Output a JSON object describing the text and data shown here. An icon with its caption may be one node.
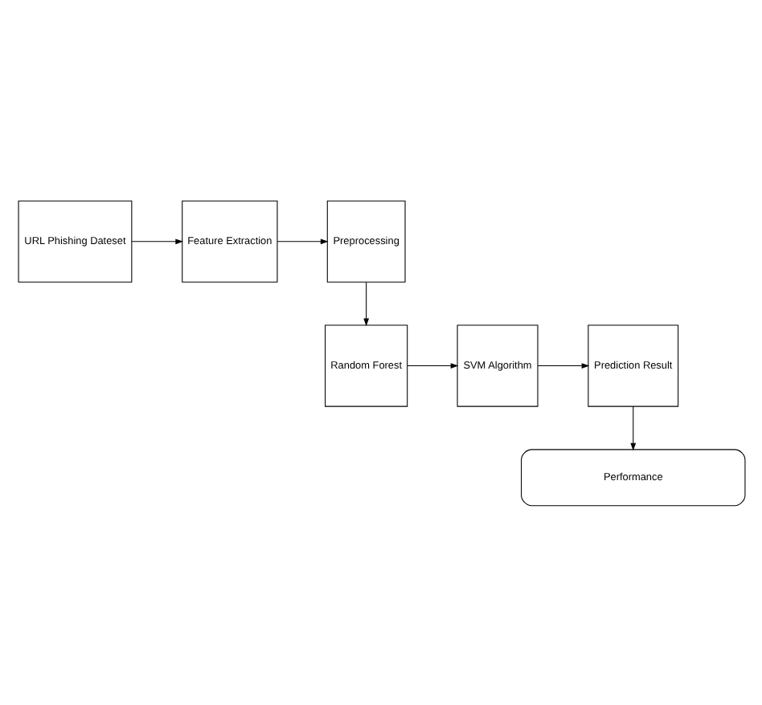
{
  "diagram": {
    "nodes": [
      {
        "text": [
          "URL Phishing Dateset"
        ]
      },
      {
        "text": [
          "Feature Extraction"
        ]
      },
      {
        "text": [
          "Preprocessing"
        ]
      },
      {
        "text": [
          "Random Forest"
        ]
      },
      {
        "text": [
          "SVM Algorithm"
        ]
      },
      {
        "text": [
          "Prediction Result"
        ]
      },
      {
        "text": [
          "Performance"
        ]
      }
    ],
    "edges": [
      {
        "from": 0,
        "to": 1,
        "arrow": "to"
      },
      {
        "from": 1,
        "to": 2,
        "arrow": "to"
      },
      {
        "from": 2,
        "to": 3,
        "arrow": "to"
      },
      {
        "from": 3,
        "to": 4,
        "arrow": "to"
      },
      {
        "from": 4,
        "to": 5,
        "arrow": "to"
      },
      {
        "from": 5,
        "to": 6,
        "arrow": "to"
      }
    ]
  }
}
